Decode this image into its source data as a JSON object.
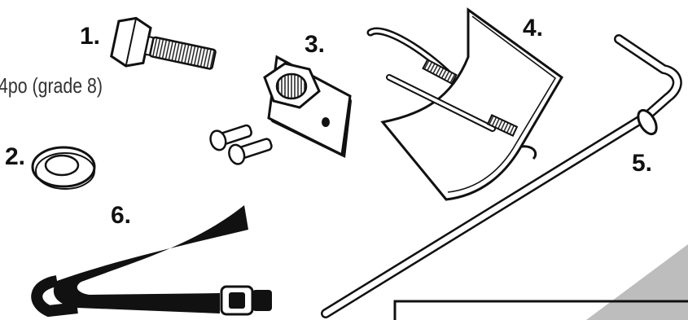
{
  "parts": [
    {
      "number": "1.",
      "icon": "bolt-icon"
    },
    {
      "number": "2.",
      "icon": "washer-icon"
    },
    {
      "number": "3.",
      "icon": "mounting-plate-icon"
    },
    {
      "number": "4.",
      "icon": "saddle-bracket-icon"
    },
    {
      "number": "5.",
      "icon": "hook-rod-icon"
    },
    {
      "number": "6.",
      "icon": "strap-icon"
    }
  ],
  "bolt_spec": "4po (grade 8)",
  "colors": {
    "ink": "#111111",
    "label_text": "#333333",
    "panel_gray": "#bdbdbd",
    "background": "#ffffff"
  }
}
